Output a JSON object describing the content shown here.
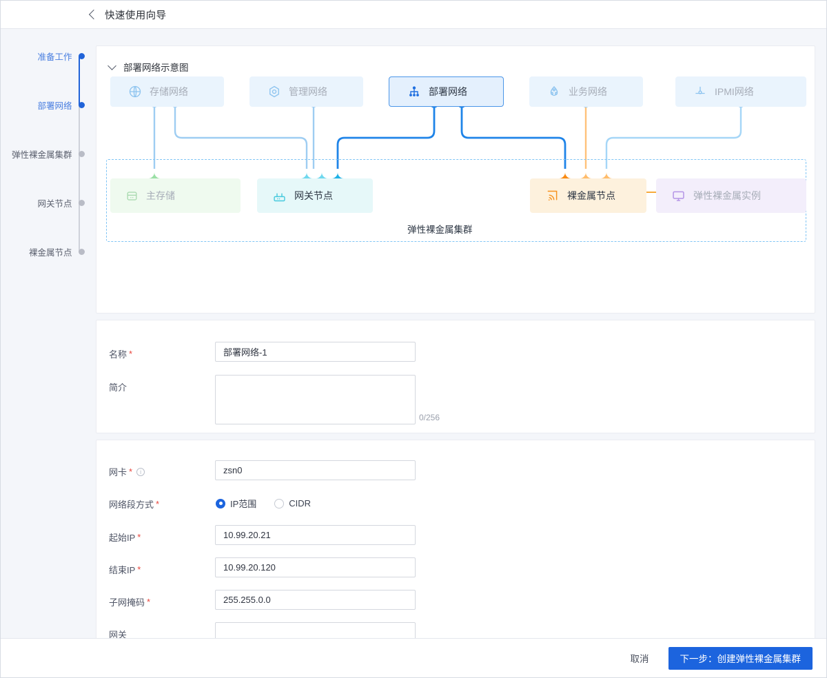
{
  "header": {
    "title": "快速使用向导",
    "back_icon": "chevron-left-icon"
  },
  "steps": [
    {
      "label": "准备工作",
      "state": "done"
    },
    {
      "label": "部署网络",
      "state": "active"
    },
    {
      "label": "弹性裸金属集群",
      "state": "todo"
    },
    {
      "label": "网关节点",
      "state": "todo"
    },
    {
      "label": "裸金属节点",
      "state": "todo"
    }
  ],
  "diagram": {
    "title": "部署网络示意图",
    "collapse_icon": "chevron-down-icon",
    "cluster_label": "弹性裸金属集群",
    "networks": [
      {
        "label": "存储网络",
        "icon": "globe-icon",
        "active": false
      },
      {
        "label": "管理网络",
        "icon": "hexagon-target-icon",
        "active": false
      },
      {
        "label": "部署网络",
        "icon": "sitemap-icon",
        "active": true
      },
      {
        "label": "业务网络",
        "icon": "cloud-nodes-icon",
        "active": false
      },
      {
        "label": "IPMI网络",
        "icon": "ipmi-node-icon",
        "active": false
      }
    ],
    "resources": [
      {
        "label": "主存储",
        "icon": "database-icon"
      },
      {
        "label": "网关节点",
        "icon": "router-icon"
      },
      {
        "label": "裸金属节点",
        "icon": "signal-icon"
      },
      {
        "label": "弹性裸金属实例",
        "icon": "monitor-icon"
      }
    ]
  },
  "basic_form": {
    "name": {
      "label": "名称",
      "required": true,
      "value": "部署网络-1"
    },
    "desc": {
      "label": "简介",
      "required": false,
      "value": "",
      "counter": "0/256"
    }
  },
  "network_form": {
    "nic": {
      "label": "网卡",
      "required": true,
      "value": "zsn0",
      "info_icon": "info-circle-icon"
    },
    "segment_mode": {
      "label": "网络段方式",
      "required": true,
      "selected": "IP范围",
      "options": [
        "IP范围",
        "CIDR"
      ]
    },
    "start_ip": {
      "label": "起始IP",
      "required": true,
      "value": "10.99.20.21"
    },
    "end_ip": {
      "label": "结束IP",
      "required": true,
      "value": "10.99.20.120"
    },
    "netmask": {
      "label": "子网掩码",
      "required": true,
      "value": "255.255.0.0"
    },
    "gateway": {
      "label": "网关",
      "required": false,
      "value": ""
    }
  },
  "footer": {
    "cancel_label": "取消",
    "next_label": "下一步：创建弹性裸金属集群"
  },
  "colors": {
    "primary": "#1c64de",
    "required_star": "#e8453c",
    "storage_wire": "#8ec9f0",
    "deploy_wire": "#1f84e8",
    "business_wire": "#ffb557",
    "cluster_dash": "#7fc4f5"
  }
}
